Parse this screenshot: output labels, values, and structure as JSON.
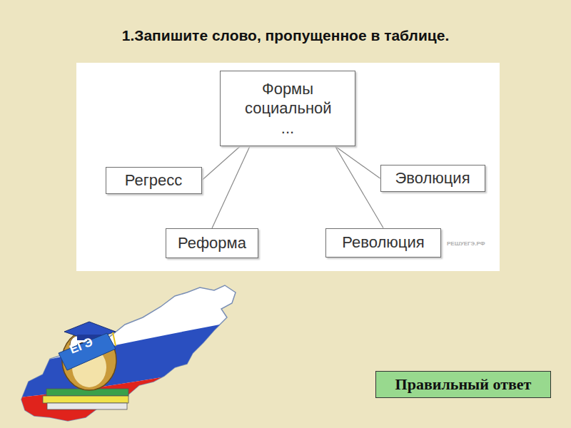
{
  "diagram": {
    "title": "1.Запишите слово, пропущенное в таблице.",
    "nodes": [
      {
        "text": [
          "Формы социальной ..."
        ]
      },
      {
        "text": [
          "Регресс"
        ]
      },
      {
        "text": [
          "Эволюция"
        ]
      },
      {
        "text": [
          "Реформа"
        ]
      },
      {
        "text": [
          "Революция"
        ]
      },
      {
        "text": [
          "Правильный ответ"
        ]
      }
    ],
    "edges": [
      {
        "from": 0,
        "to": 1,
        "arrow": "none"
      },
      {
        "from": 0,
        "to": 2,
        "arrow": "none"
      },
      {
        "from": 0,
        "to": 3,
        "arrow": "none"
      },
      {
        "from": 0,
        "to": 4,
        "arrow": "none"
      }
    ],
    "labels": [
      "РЕШУЕГЭ.РФ",
      "ЕГЭ"
    ]
  }
}
